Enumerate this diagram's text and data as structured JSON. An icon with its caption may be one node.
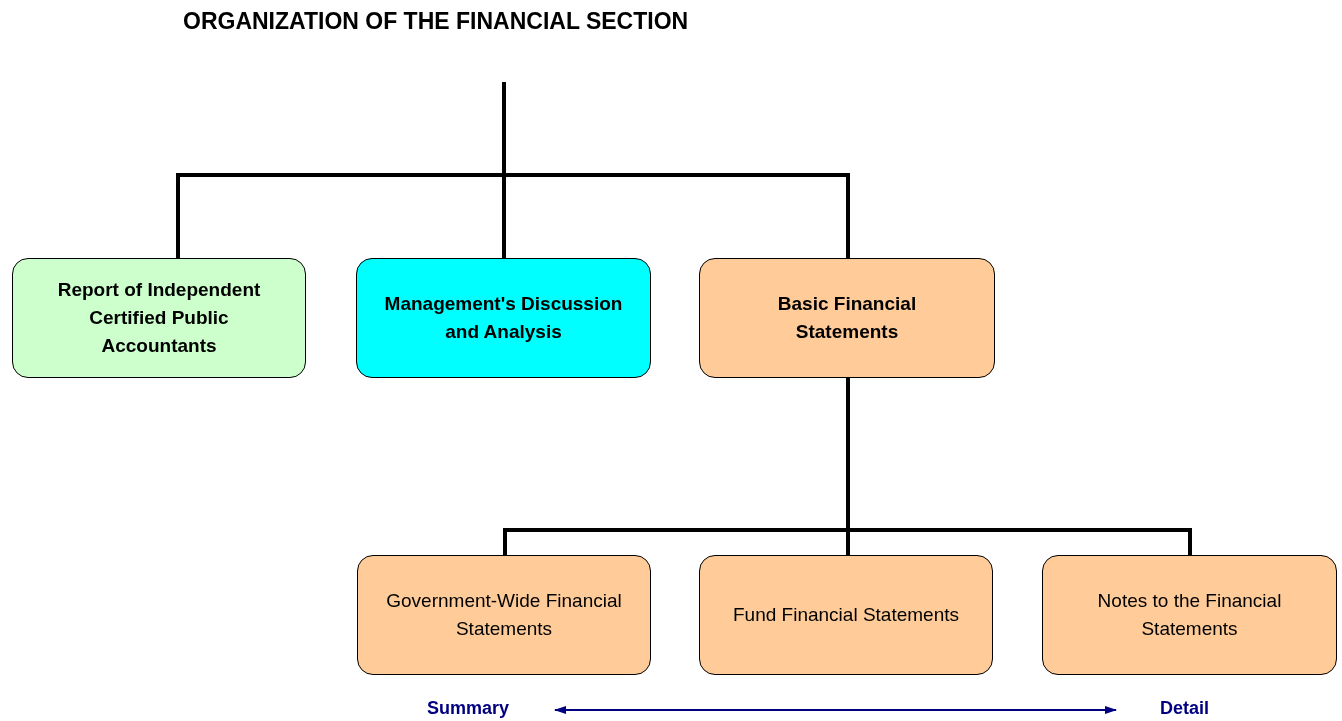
{
  "diagram": {
    "title": "ORGANIZATION OF THE FINANCIAL SECTION",
    "nodes": [
      {
        "text": [
          "Report of Independent Certified Public Accountants"
        ]
      },
      {
        "text": [
          "Management's Discussion and Analysis"
        ]
      },
      {
        "text": [
          "Basic Financial Statements"
        ]
      },
      {
        "text": [
          "Government-Wide Financial Statements"
        ]
      },
      {
        "text": [
          "Fund Financial Statements"
        ]
      },
      {
        "text": [
          "Notes to the Financial Statements"
        ]
      }
    ],
    "edges": [
      {
        "from": null,
        "to": 0,
        "arrow": "none"
      },
      {
        "from": null,
        "to": 1,
        "arrow": "none"
      },
      {
        "from": null,
        "to": 2,
        "arrow": "none"
      },
      {
        "from": 2,
        "to": 3,
        "arrow": "none"
      },
      {
        "from": 2,
        "to": 4,
        "arrow": "none"
      },
      {
        "from": 2,
        "to": 5,
        "arrow": "none"
      }
    ],
    "labels": [
      "Summary",
      "Detail"
    ]
  }
}
